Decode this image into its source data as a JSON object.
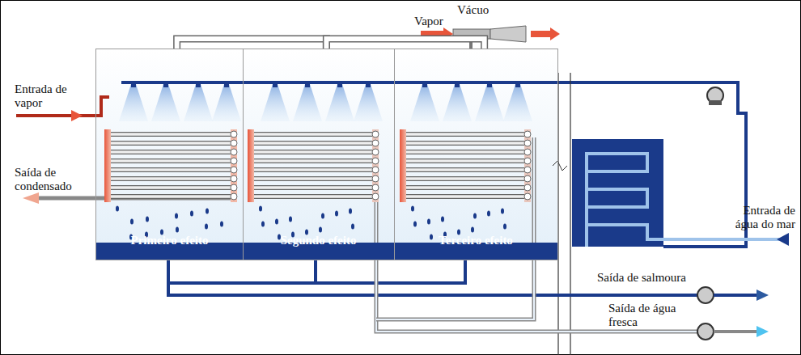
{
  "diagram": {
    "nodes": [
      {
        "text": [
          "Primeiro efeito"
        ]
      },
      {
        "text": [
          "Segundo efeito"
        ]
      },
      {
        "text": [
          "Terceiro efeito"
        ]
      }
    ],
    "edges": [
      {
        "from": 0,
        "to": 1,
        "arrow": "none"
      },
      {
        "from": 1,
        "to": 2,
        "arrow": "none"
      }
    ],
    "labels": [
      "Vácuo",
      "Vapor",
      "Entrada de vapor",
      "Saída de condensado",
      "Entrada de água do mar",
      "Saída de salmoura",
      "Saída de água fresca"
    ]
  }
}
